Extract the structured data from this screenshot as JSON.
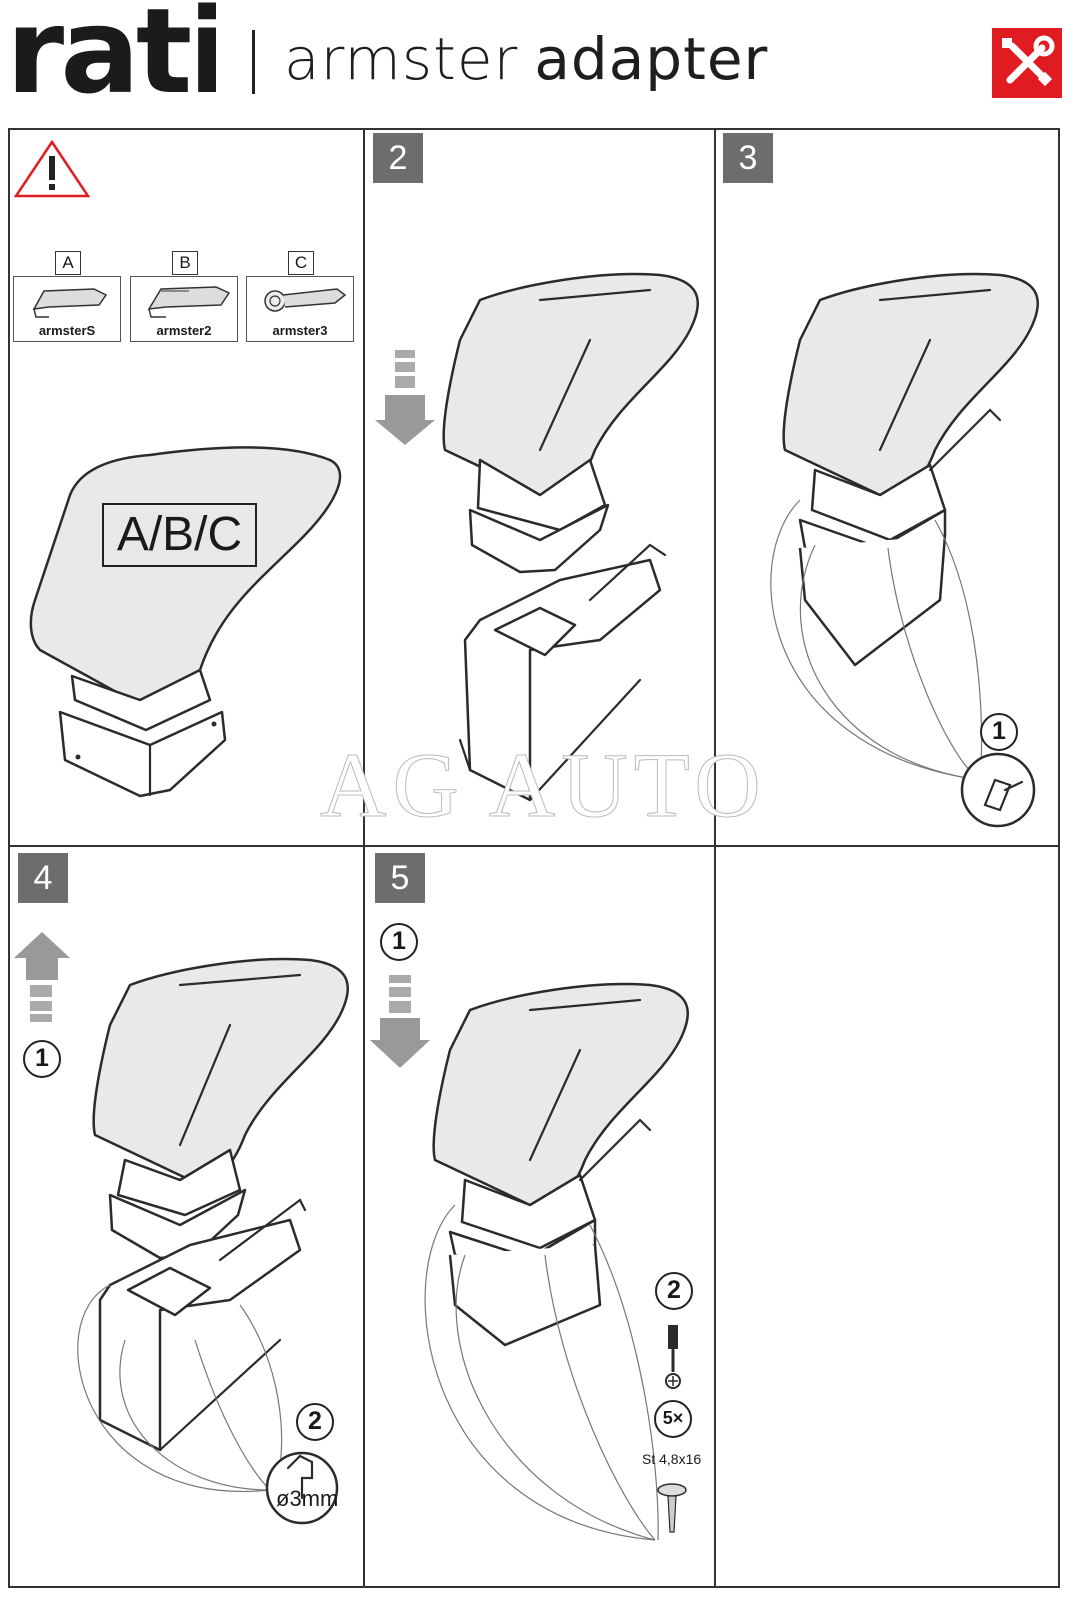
{
  "header": {
    "brand": "rati",
    "title_part1": "armster",
    "title_part2": "adapter",
    "tools_icon": "wrench-screwdriver-icon",
    "tools_color": "#e11b22"
  },
  "panel1": {
    "warning_icon": "warning-triangle-icon",
    "warning_color": "#e11b22",
    "variants": [
      {
        "letter": "A",
        "name": "armsterS"
      },
      {
        "letter": "B",
        "name": "armster2"
      },
      {
        "letter": "C",
        "name": "armster3"
      }
    ],
    "armrest_label": "A/B/C"
  },
  "panel2": {
    "step": "2"
  },
  "panel3": {
    "step": "3",
    "callout": "1"
  },
  "panel4": {
    "step": "4",
    "callout1": "1",
    "callout2": "2",
    "drill_size": "ø3mm"
  },
  "panel5": {
    "step": "5",
    "callout1": "1",
    "callout2": "2",
    "screw_count": "5×",
    "screw_spec": "St 4,8x16"
  },
  "watermark": "AG AUTO",
  "colors": {
    "step_badge": "#6d6d6d",
    "drawing_fill": "#e9e9e9",
    "line": "#2b2b2b"
  }
}
